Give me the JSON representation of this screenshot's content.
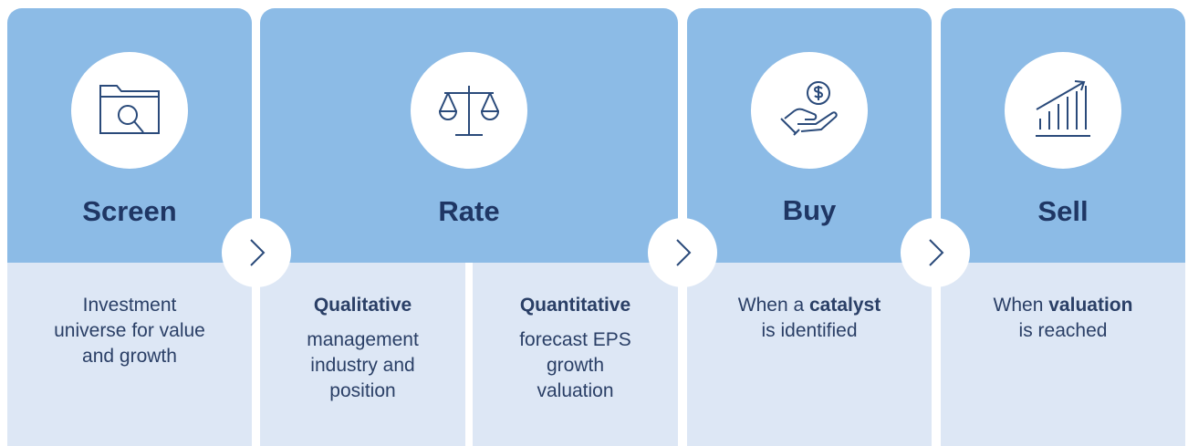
{
  "colors": {
    "top_fill": "#8cbbe6",
    "bottom_fill": "#dde7f5",
    "text": "#1f3664",
    "icon_stroke": "#2a4a7a"
  },
  "steps": [
    {
      "title": "Screen",
      "icon": "folder-search-icon",
      "desc": [
        "Investment",
        "universe for value",
        "and growth"
      ]
    },
    {
      "title": "Rate",
      "icon": "balance-scale-icon",
      "qualitative": {
        "heading": "Qualitative",
        "lines": [
          "management",
          "industry and",
          "position"
        ]
      },
      "quantitative": {
        "heading": "Quantitative",
        "lines": [
          "forecast EPS",
          "growth",
          "valuation"
        ]
      }
    },
    {
      "title": "Buy",
      "icon": "hand-coin-icon",
      "desc": {
        "pre": "When a ",
        "bold": "catalyst",
        "line2": "is identified"
      }
    },
    {
      "title": "Sell",
      "icon": "growth-chart-icon",
      "desc": {
        "pre": "When ",
        "bold": "valuation",
        "line2": "is reached"
      }
    }
  ]
}
